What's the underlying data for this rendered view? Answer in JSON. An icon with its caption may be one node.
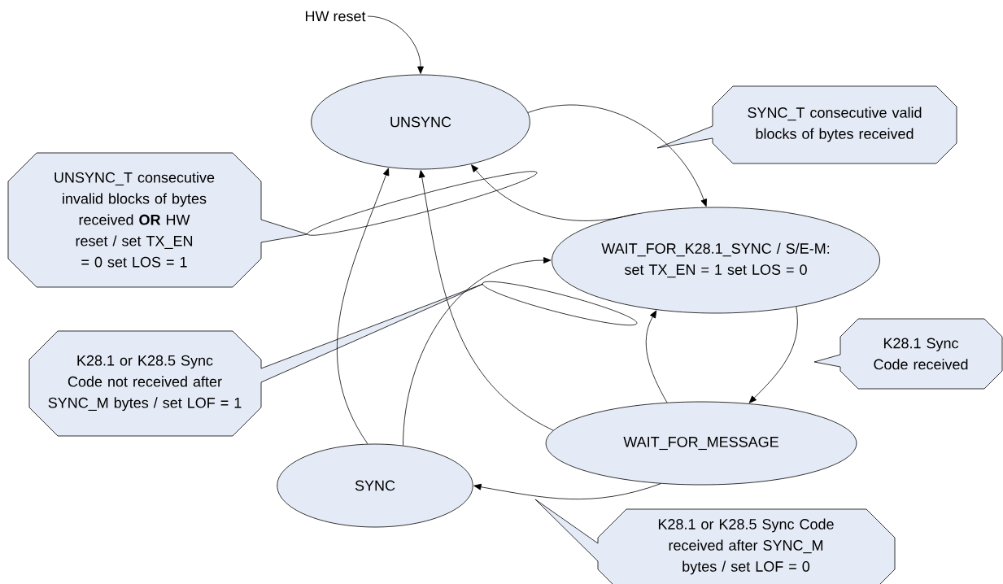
{
  "diagram": {
    "nodes": [
      {
        "text": [
          "HW reset"
        ]
      },
      {
        "text": [
          "UNSYNC"
        ]
      },
      {
        "text": [
          "SYNC_T consecutive valid blocks of bytes received"
        ]
      },
      {
        "text": [
          "UNSYNC_T consecutive invalid blocks of bytes received **OR** HW reset / set TX_EN = 0 set LOS = 1"
        ]
      },
      {
        "text": [
          "WAIT_FOR_K28.1_SYNC / S/E-M: set TX_EN = 1 set LOS = 0"
        ]
      },
      {
        "text": [
          "K28.1 or K28.5 Sync Code not received after SYNC_M bytes / set LOF = 1"
        ]
      },
      {
        "text": [
          "K28.1 Sync Code received"
        ]
      },
      {
        "text": [
          "WAIT_FOR_MESSAGE"
        ]
      },
      {
        "text": [
          "SYNC"
        ]
      },
      {
        "text": [
          "K28.1 or K28.5 Sync Code received after SYNC_M bytes / set LOF = 0"
        ]
      }
    ],
    "edges": [
      {
        "from": 0,
        "to": 1,
        "arrow": "to"
      },
      {
        "from": 1,
        "to": 4,
        "arrow": "to"
      },
      {
        "from": 4,
        "to": 1,
        "arrow": "to"
      },
      {
        "from": 4,
        "to": 7,
        "arrow": "to"
      },
      {
        "from": 7,
        "to": 4,
        "arrow": "to"
      },
      {
        "from": 7,
        "to": 1,
        "arrow": "to"
      },
      {
        "from": 7,
        "to": 8,
        "arrow": "to"
      },
      {
        "from": 8,
        "to": 1,
        "arrow": "to"
      },
      {
        "from": 8,
        "to": 4,
        "arrow": "to"
      }
    ]
  }
}
